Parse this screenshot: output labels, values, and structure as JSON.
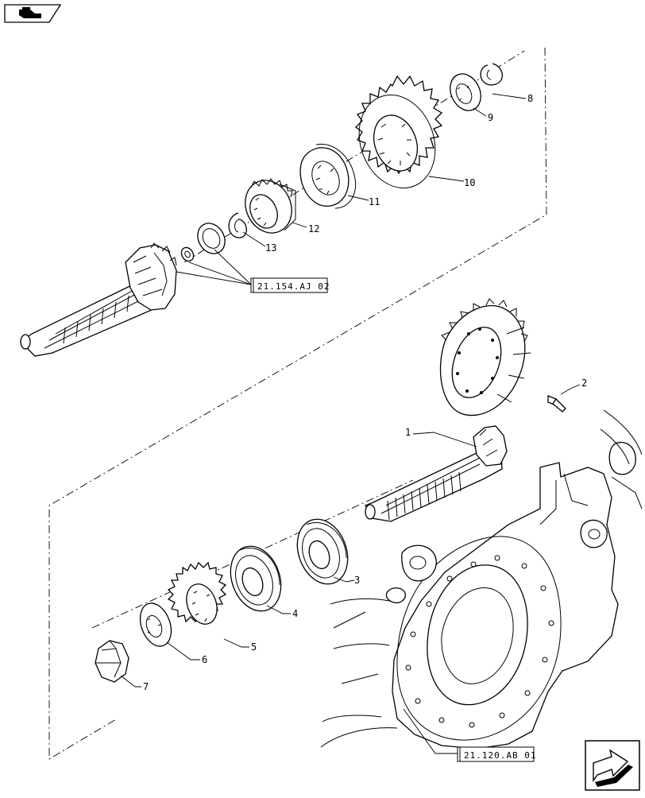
{
  "callouts": {
    "c1": "1",
    "c2": "2",
    "c3": "3",
    "c4": "4",
    "c5": "5",
    "c6": "6",
    "c7": "7",
    "c8": "8",
    "c9": "9",
    "c10": "10",
    "c11": "11",
    "c12": "12",
    "c13": "13"
  },
  "references": {
    "upper": "21.154.AJ 02",
    "lower": "21.120.AB 01"
  },
  "icons": {
    "top_left": "book-pointer-icon",
    "bottom_right": "next-page-arrow-icon"
  }
}
